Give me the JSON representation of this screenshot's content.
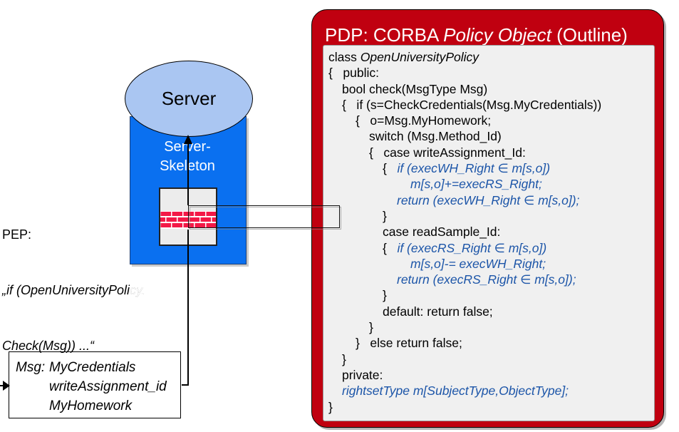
{
  "colors": {
    "skeleton_blue": "#0a70f0",
    "server_ellipse": "#aac6f2",
    "pdp_red": "#c00010",
    "code_panel_gray": "#f0f0f0",
    "code_blue": "#1c55a8",
    "brick_red": "#f31947"
  },
  "server": {
    "label": "Server",
    "skeleton_line1": "Server-",
    "skeleton_line2": "Skeleton"
  },
  "pep": {
    "line1": "PEP:",
    "line2": "„if (OpenUniversityPolicy.",
    "line3": "Check(Msg)) ...“"
  },
  "msg_box": {
    "label": "Msg:",
    "items": [
      "MyCredentials",
      "writeAssignment_id",
      "MyHomework"
    ]
  },
  "pdp": {
    "title_segments": [
      {
        "t": "PDP: CORBA ",
        "s": "r"
      },
      {
        "t": "Policy Object",
        "s": "i"
      },
      {
        "t": " (Outline)",
        "s": "r"
      }
    ],
    "code_lines": [
      {
        "indent": 0,
        "seg": [
          {
            "t": "class ",
            "s": "r"
          },
          {
            "t": "OpenUniversityPolicy",
            "s": "i"
          }
        ]
      },
      {
        "indent": 0,
        "seg": [
          {
            "t": "{   public:",
            "s": "r"
          }
        ]
      },
      {
        "indent": 19,
        "seg": [
          {
            "t": "bool check(MsgType Msg)",
            "s": "r"
          }
        ]
      },
      {
        "indent": 19,
        "seg": [
          {
            "t": "{   if (s=CheckCredentials(Msg.MyCredentials))",
            "s": "r"
          }
        ]
      },
      {
        "indent": 38,
        "seg": [
          {
            "t": "{   o=Msg.MyHomework;",
            "s": "r"
          }
        ]
      },
      {
        "indent": 57,
        "seg": [
          {
            "t": "switch (Msg.Method_Id)",
            "s": "r"
          }
        ]
      },
      {
        "indent": 57,
        "seg": [
          {
            "t": "{   case writeAssignment_Id:",
            "s": "r"
          }
        ]
      },
      {
        "indent": 76,
        "seg": [
          {
            "t": "{   ",
            "s": "r"
          },
          {
            "t": "if (execWH_Right ∈ m[s,o])",
            "s": "b"
          }
        ]
      },
      {
        "indent": 115,
        "seg": [
          {
            "t": "m[s,o]+=execRS_Right;",
            "s": "b"
          }
        ]
      },
      {
        "indent": 96,
        "seg": [
          {
            "t": "return (execWH_Right ∈ m[s,o]);",
            "s": "b"
          }
        ]
      },
      {
        "indent": 76,
        "seg": [
          {
            "t": "}",
            "s": "r"
          }
        ]
      },
      {
        "indent": 76,
        "seg": [
          {
            "t": "case readSample_Id:",
            "s": "r"
          }
        ]
      },
      {
        "indent": 76,
        "seg": [
          {
            "t": "{   ",
            "s": "r"
          },
          {
            "t": "if (execRS_Right ∈ m[s,o])",
            "s": "b"
          }
        ]
      },
      {
        "indent": 115,
        "seg": [
          {
            "t": "m[s,o]-= execWH_Right;",
            "s": "b"
          }
        ]
      },
      {
        "indent": 96,
        "seg": [
          {
            "t": "return (execRS_Right ∈ m[s,o]);",
            "s": "b"
          }
        ]
      },
      {
        "indent": 76,
        "seg": [
          {
            "t": "}",
            "s": "r"
          }
        ]
      },
      {
        "indent": 76,
        "seg": [
          {
            "t": "default: return false;",
            "s": "r"
          }
        ]
      },
      {
        "indent": 57,
        "seg": [
          {
            "t": "}",
            "s": "r"
          }
        ]
      },
      {
        "indent": 38,
        "seg": [
          {
            "t": "}   else return false;",
            "s": "r"
          }
        ]
      },
      {
        "indent": 19,
        "seg": [
          {
            "t": "}",
            "s": "r"
          }
        ]
      },
      {
        "indent": 19,
        "seg": [
          {
            "t": "private:",
            "s": "r"
          }
        ]
      },
      {
        "indent": 19,
        "seg": [
          {
            "t": "rightsetType m[SubjectType,ObjectType];",
            "s": "b"
          }
        ]
      },
      {
        "indent": 0,
        "seg": [
          {
            "t": "}",
            "s": "r"
          }
        ]
      }
    ]
  }
}
